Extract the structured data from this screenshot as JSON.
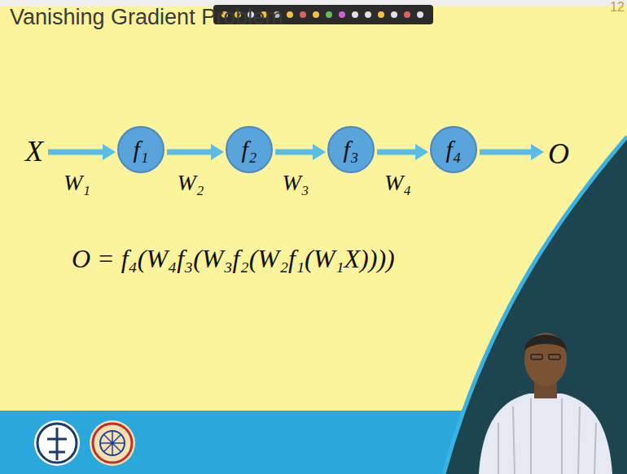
{
  "diagram": {
    "title": "Vanishing Gradient Problem",
    "nodes": [
      {
        "text": [
          "X"
        ]
      },
      {
        "text": [
          "f₁"
        ]
      },
      {
        "text": [
          "f₂"
        ]
      },
      {
        "text": [
          "f₃"
        ]
      },
      {
        "text": [
          "f₄"
        ]
      },
      {
        "text": [
          "O"
        ]
      }
    ],
    "edges": [
      {
        "from": 0,
        "to": 1,
        "label": "W₁",
        "arrow": "to"
      },
      {
        "from": 1,
        "to": 2,
        "label": "W₂",
        "arrow": "to"
      },
      {
        "from": 2,
        "to": 3,
        "label": "W₃",
        "arrow": "to"
      },
      {
        "from": 3,
        "to": 4,
        "label": "W₄",
        "arrow": "to"
      },
      {
        "from": 4,
        "to": 5,
        "arrow": "to"
      }
    ],
    "labels": [
      "O = f₄(W₄f₃(W₃f₂(W₂f₁(W₁X))))",
      "12"
    ]
  }
}
